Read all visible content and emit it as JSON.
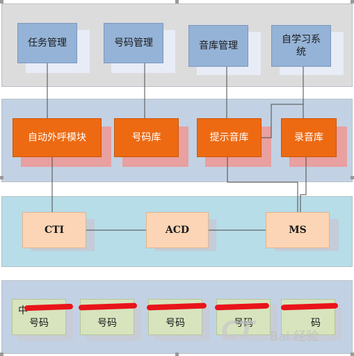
{
  "layer1": {
    "boxes": [
      "任务管理",
      "号码管理",
      "音库管理",
      "自学习系统"
    ]
  },
  "layer2": {
    "boxes": [
      "自动外呼模块",
      "号码库",
      "提示音库",
      "录音库"
    ]
  },
  "layer3": {
    "boxes": [
      "CTI",
      "ACD",
      "MS"
    ]
  },
  "layer4": {
    "boxes": [
      {
        "top": "中",
        "bottom": "号码"
      },
      {
        "top": "",
        "bottom": "号码"
      },
      {
        "top": "",
        "bottom": "号码"
      },
      {
        "top": "",
        "bottom": "号码"
      },
      {
        "top": "",
        "bottom": "码"
      }
    ]
  },
  "watermark": {
    "logo": "CT",
    "text": "Bai 经验"
  },
  "colors": {
    "band_gray": "#dcdcdc",
    "band_blue": "#c2d2e4",
    "band_cyan": "#b7dde8",
    "box_mgmt": "#95b3d7",
    "box_orange": "#ed6a12",
    "box_peach": "#fbd5b5",
    "box_green": "#d7e4bd",
    "redaction": "#e8141a"
  }
}
